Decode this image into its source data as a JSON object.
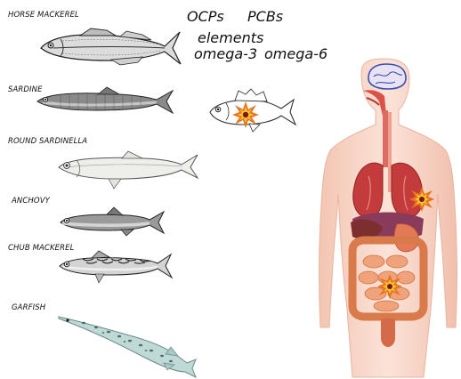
{
  "fish": [
    {
      "id": "horse-mackerel",
      "label": "HORSE MACKEREL"
    },
    {
      "id": "sardine",
      "label": "SARDINE"
    },
    {
      "id": "round-sardinella",
      "label": "ROUND SARDINELLA"
    },
    {
      "id": "anchovy",
      "label": "ANCHOVY"
    },
    {
      "id": "chub-mackerel",
      "label": "CHUB MACKEREL"
    },
    {
      "id": "garfish",
      "label": "GARFISH"
    }
  ],
  "contaminants": {
    "ocps": "OCPs",
    "pcbs": "PCBs",
    "elements": "elements",
    "omega3": "omega-3",
    "omega6": "omega-6"
  },
  "icons": {
    "burst": "explosion-burst-icon",
    "perch": "perch-fish-icon",
    "body": "human-body-organs-icon"
  },
  "colors": {
    "burst_outer": "#e8731b",
    "burst_inner": "#f6c237",
    "burst_core": "#7a1b0c",
    "skin": "#f6d3c4",
    "lungs": "#c43b3b",
    "intestine": "#e6915f",
    "brain": "#3a50b0"
  }
}
